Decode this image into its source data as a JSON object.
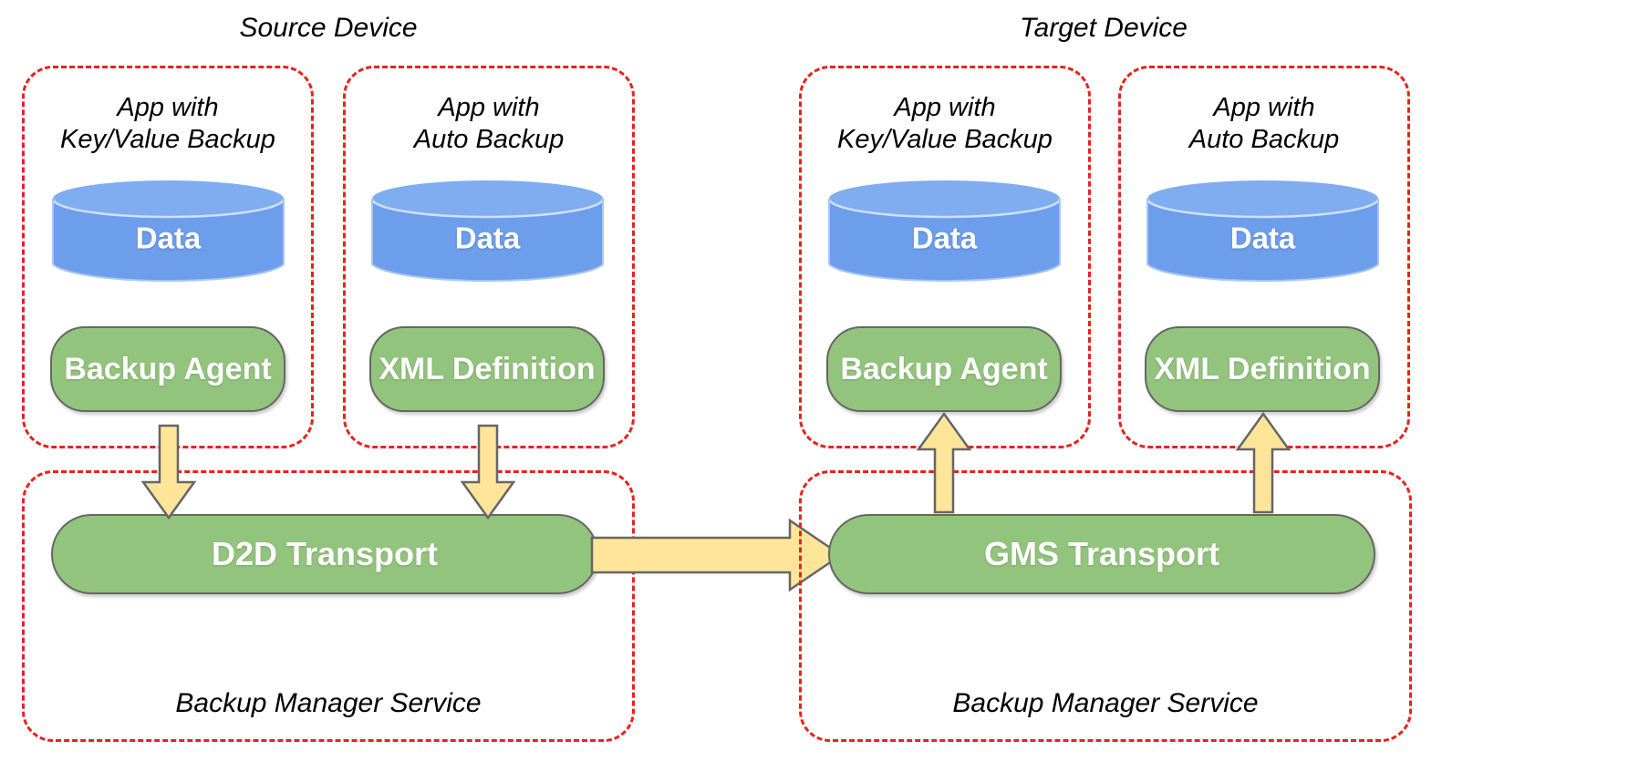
{
  "colors": {
    "dashed_border": "#e8221b",
    "cylinder_fill": "#6d9eeb",
    "cylinder_top": "#7fadf0",
    "pill_fill": "#93c47d",
    "pill_stroke": "#666666",
    "arrow_fill": "#ffe599",
    "arrow_stroke": "#666666",
    "text_dark": "#000000",
    "text_light": "#ffffff"
  },
  "devices": [
    {
      "title": "Source Device",
      "apps": [
        {
          "label_line1": "App with",
          "label_line2": "Key/Value Backup",
          "data_label": "Data",
          "component_label": "Backup Agent"
        },
        {
          "label_line1": "App with",
          "label_line2": "Auto Backup",
          "data_label": "Data",
          "component_label": "XML Definition"
        }
      ],
      "service": {
        "transport_label": "D2D Transport",
        "service_label": "Backup Manager Service"
      },
      "arrow_direction": "down"
    },
    {
      "title": "Target Device",
      "apps": [
        {
          "label_line1": "App with",
          "label_line2": "Key/Value Backup",
          "data_label": "Data",
          "component_label": "Backup Agent"
        },
        {
          "label_line1": "App with",
          "label_line2": "Auto Backup",
          "data_label": "Data",
          "component_label": "XML Definition"
        }
      ],
      "service": {
        "transport_label": "GMS Transport",
        "service_label": "Backup Manager Service"
      },
      "arrow_direction": "up"
    }
  ],
  "link_arrow": {
    "direction": "right",
    "from": "D2D Transport",
    "to": "GMS Transport"
  }
}
